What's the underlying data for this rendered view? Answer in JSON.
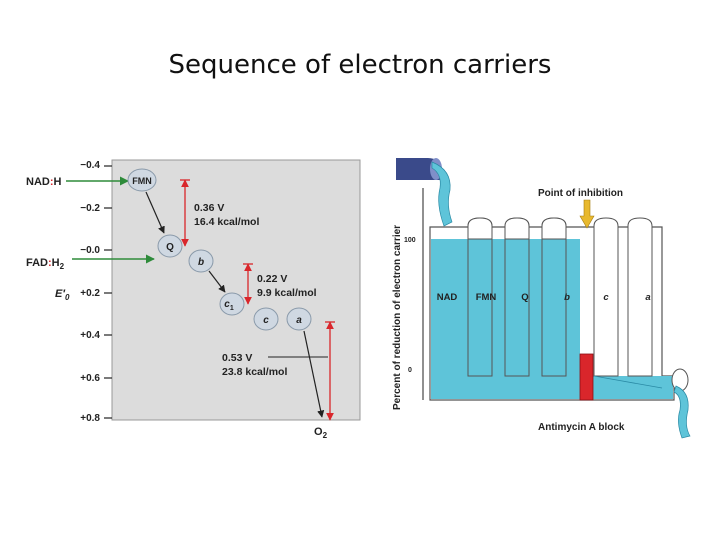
{
  "slide": {
    "title": "Sequence of electron carriers"
  },
  "left_diagram": {
    "axis_label_e": "E",
    "axis_label_prime": "′",
    "axis_label_sub": "0",
    "ticks": [
      "−0.4",
      "−0.2",
      "−0.0",
      "+0.2",
      "+0.4",
      "+0.6",
      "+0.8"
    ],
    "donors": [
      {
        "label": "NAD",
        "colon": ":",
        "h": "H",
        "sub": ""
      },
      {
        "label": "FAD",
        "colon": ":",
        "h": "H",
        "sub": "2"
      }
    ],
    "carriers": {
      "fmn": "FMN",
      "q": "Q",
      "b": "b",
      "c1": "c",
      "c1_sub": "1",
      "c": "c",
      "a": "a"
    },
    "acceptor": {
      "label": "O",
      "sub": "2"
    },
    "drops": [
      {
        "volts": "0.36 V",
        "energy": "16.4 kcal/mol"
      },
      {
        "volts": "0.22 V",
        "energy": "9.9 kcal/mol"
      },
      {
        "volts": "0.53 V",
        "energy": "23.8 kcal/mol"
      }
    ]
  },
  "right_diagram": {
    "y_axis_label": "Percent of reduction of electron carrier",
    "y_ticks": [
      "100",
      "0"
    ],
    "inhibition_label": "Point of inhibition",
    "block_label": "Antimycin A block",
    "columns": [
      "NAD",
      "FMN",
      "Q",
      "b",
      "c",
      "a"
    ],
    "colors": {
      "water": "#5ec4d9",
      "block": "#d9262b",
      "arrow": "#e8b92e",
      "pipe": "#3a4a8a"
    }
  }
}
